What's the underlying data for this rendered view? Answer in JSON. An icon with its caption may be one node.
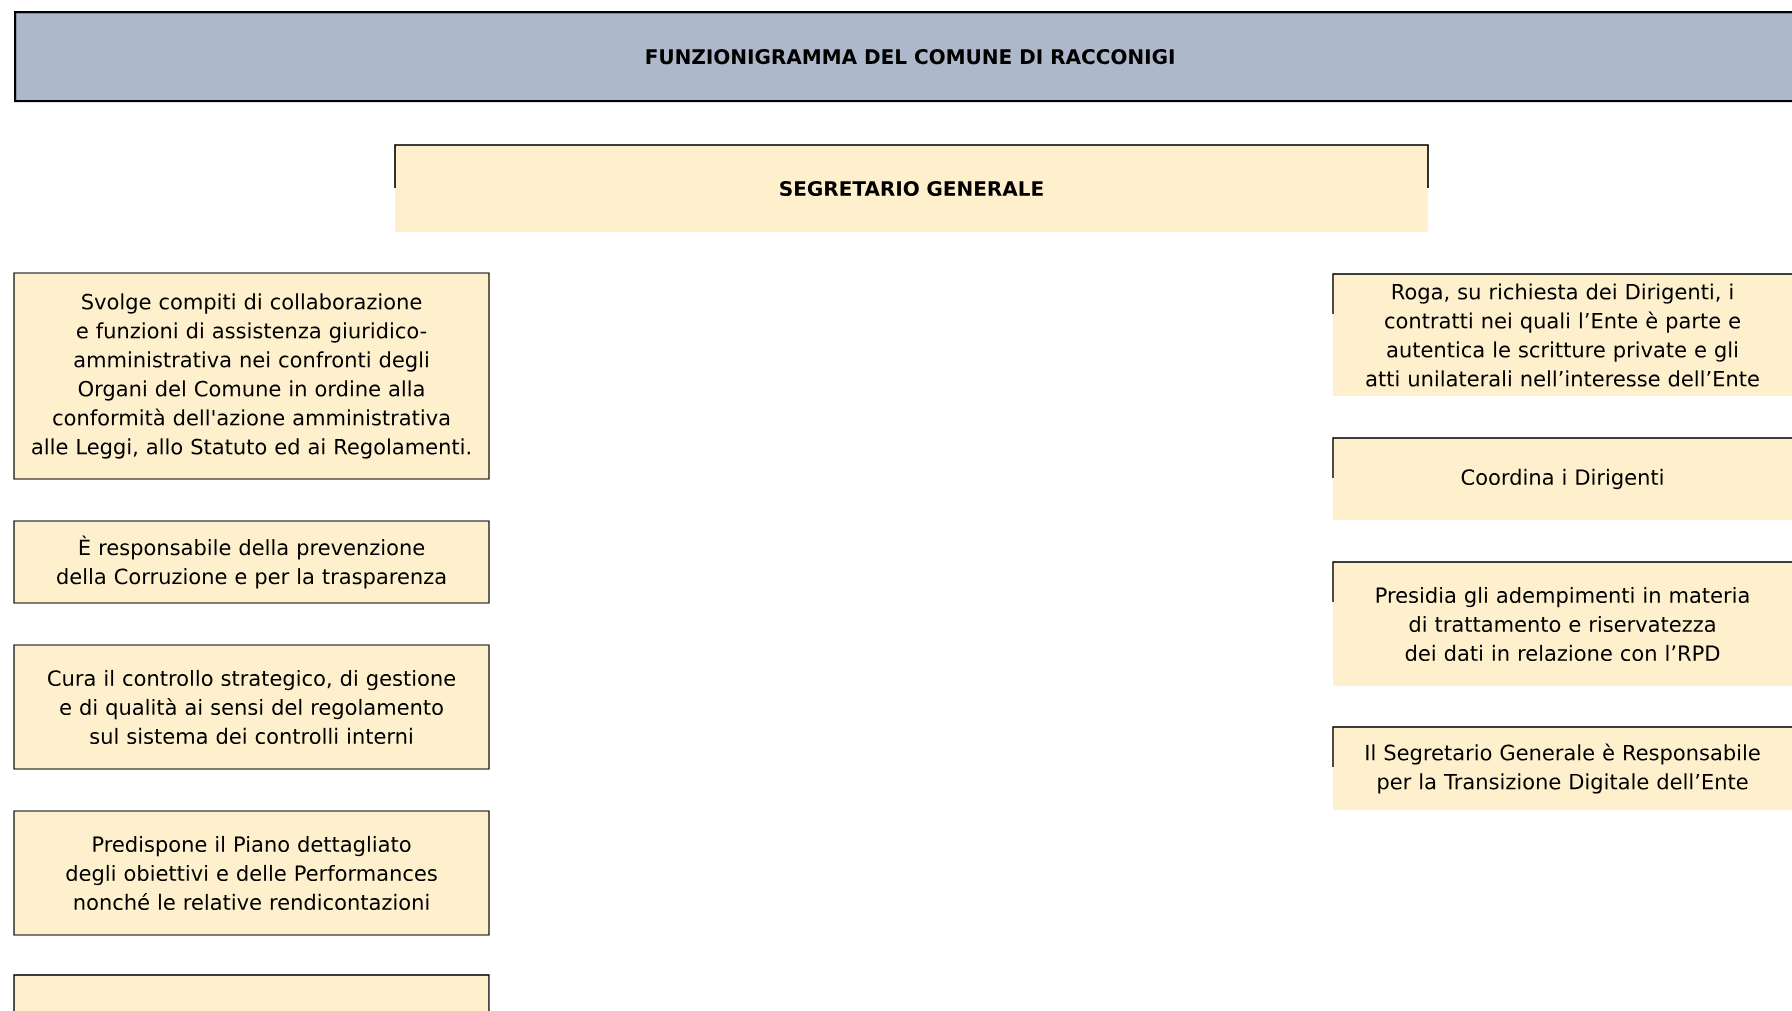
{
  "diagram": {
    "title": "FUNZIONIGRAMMA DEL COMUNE DI RACCONIGI",
    "nodes": [
      {
        "text": [
          "SEGRETARIO GENERALE"
        ]
      },
      {
        "text": [
          "Svolge compiti di collaborazione e funzioni di assistenza giuridico- amministrativa nei confronti degli Organi del Comune in ordine alla conformità dell'azione amministrativa alle Leggi, allo Statuto ed ai Regolamenti."
        ]
      },
      {
        "text": [
          "È responsabile della prevenzione della Corruzione e per la trasparenza"
        ]
      },
      {
        "text": [
          "Cura il controllo strategico, di gestione e di qualità ai sensi del regolamento sul sistema dei controlli interni"
        ]
      },
      {
        "text": [
          "Predispone il Piano dettagliato degli obiettivi e delle Performances nonché le relative rendicontazioni"
        ]
      },
      {
        "text": [],
        "shape": "box"
      },
      {
        "text": [
          "Roga, su richiesta dei Dirigenti, i contratti nei quali l’Ente è parte e autentica le scritture private e gli atti unilaterali nell’interesse dell’Ente"
        ]
      },
      {
        "text": [
          "Coordina i Dirigenti"
        ]
      },
      {
        "text": [
          "Presidia gli adempimenti in materia di trattamento e riservatezza dei dati in relazione con l’RPD"
        ]
      },
      {
        "text": [
          "Il Segretario Generale è Responsabile per la Transizione Digitale dell’Ente"
        ]
      }
    ]
  }
}
